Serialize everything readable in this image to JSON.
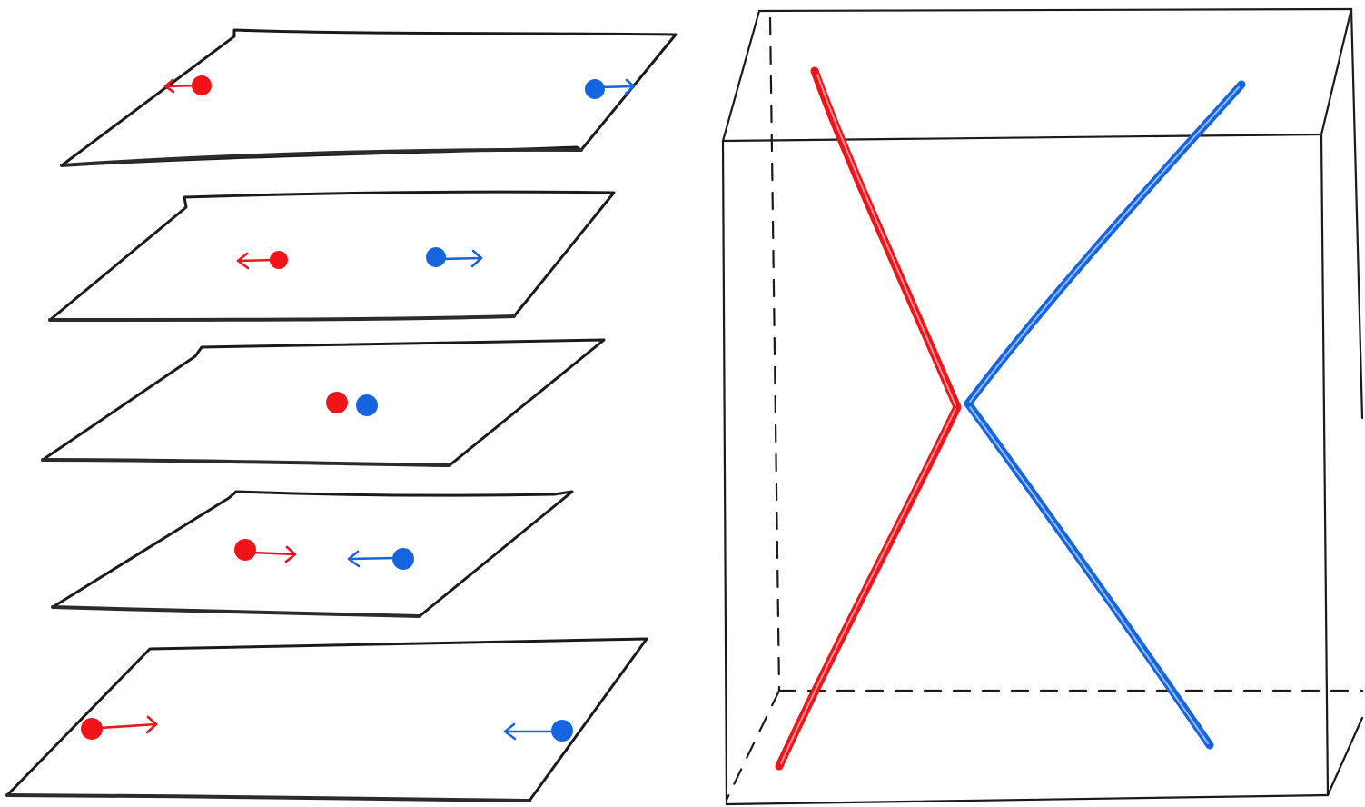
{
  "colors": {
    "particle_a": "#f01418",
    "particle_b": "#1565e0",
    "ink": "#1a1a1a",
    "background": "#ffffff"
  },
  "time_slices": {
    "count": 5,
    "slices": [
      {
        "label": "",
        "particle_a_motion": "moving-left",
        "particle_b_motion": "moving-right"
      },
      {
        "label": "",
        "particle_a_motion": "moving-left",
        "particle_b_motion": "moving-right"
      },
      {
        "label": "",
        "particle_a_motion": "at-rest-touching",
        "particle_b_motion": "at-rest-touching"
      },
      {
        "label": "",
        "particle_a_motion": "moving-right",
        "particle_b_motion": "moving-left"
      },
      {
        "label": "",
        "particle_a_motion": "moving-right",
        "particle_b_motion": "moving-left"
      }
    ]
  },
  "spacetime_box": {
    "worldline_a": "particle_a",
    "worldline_b": "particle_b",
    "shape": "crossing"
  }
}
